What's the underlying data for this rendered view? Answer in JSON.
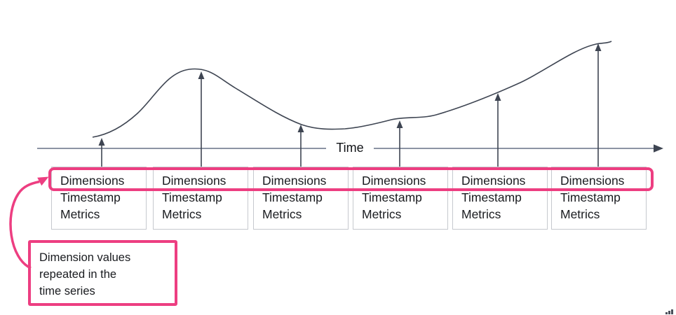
{
  "colors": {
    "accent": "#ED3E81",
    "stroke": "#3E4552",
    "axis": "#667086",
    "box_border": "#C6C9CE",
    "text": "#191B1F"
  },
  "axis": {
    "label": "Time"
  },
  "records": [
    {
      "dimensions": "Dimensions",
      "timestamp": "Timestamp",
      "metrics": "Metrics"
    },
    {
      "dimensions": "Dimensions",
      "timestamp": "Timestamp",
      "metrics": "Metrics"
    },
    {
      "dimensions": "Dimensions",
      "timestamp": "Timestamp",
      "metrics": "Metrics"
    },
    {
      "dimensions": "Dimensions",
      "timestamp": "Timestamp",
      "metrics": "Metrics"
    },
    {
      "dimensions": "Dimensions",
      "timestamp": "Timestamp",
      "metrics": "Metrics"
    },
    {
      "dimensions": "Dimensions",
      "timestamp": "Timestamp",
      "metrics": "Metrics"
    }
  ],
  "annotation": {
    "lines": [
      "Dimension values",
      "repeated in the",
      "time series"
    ]
  }
}
